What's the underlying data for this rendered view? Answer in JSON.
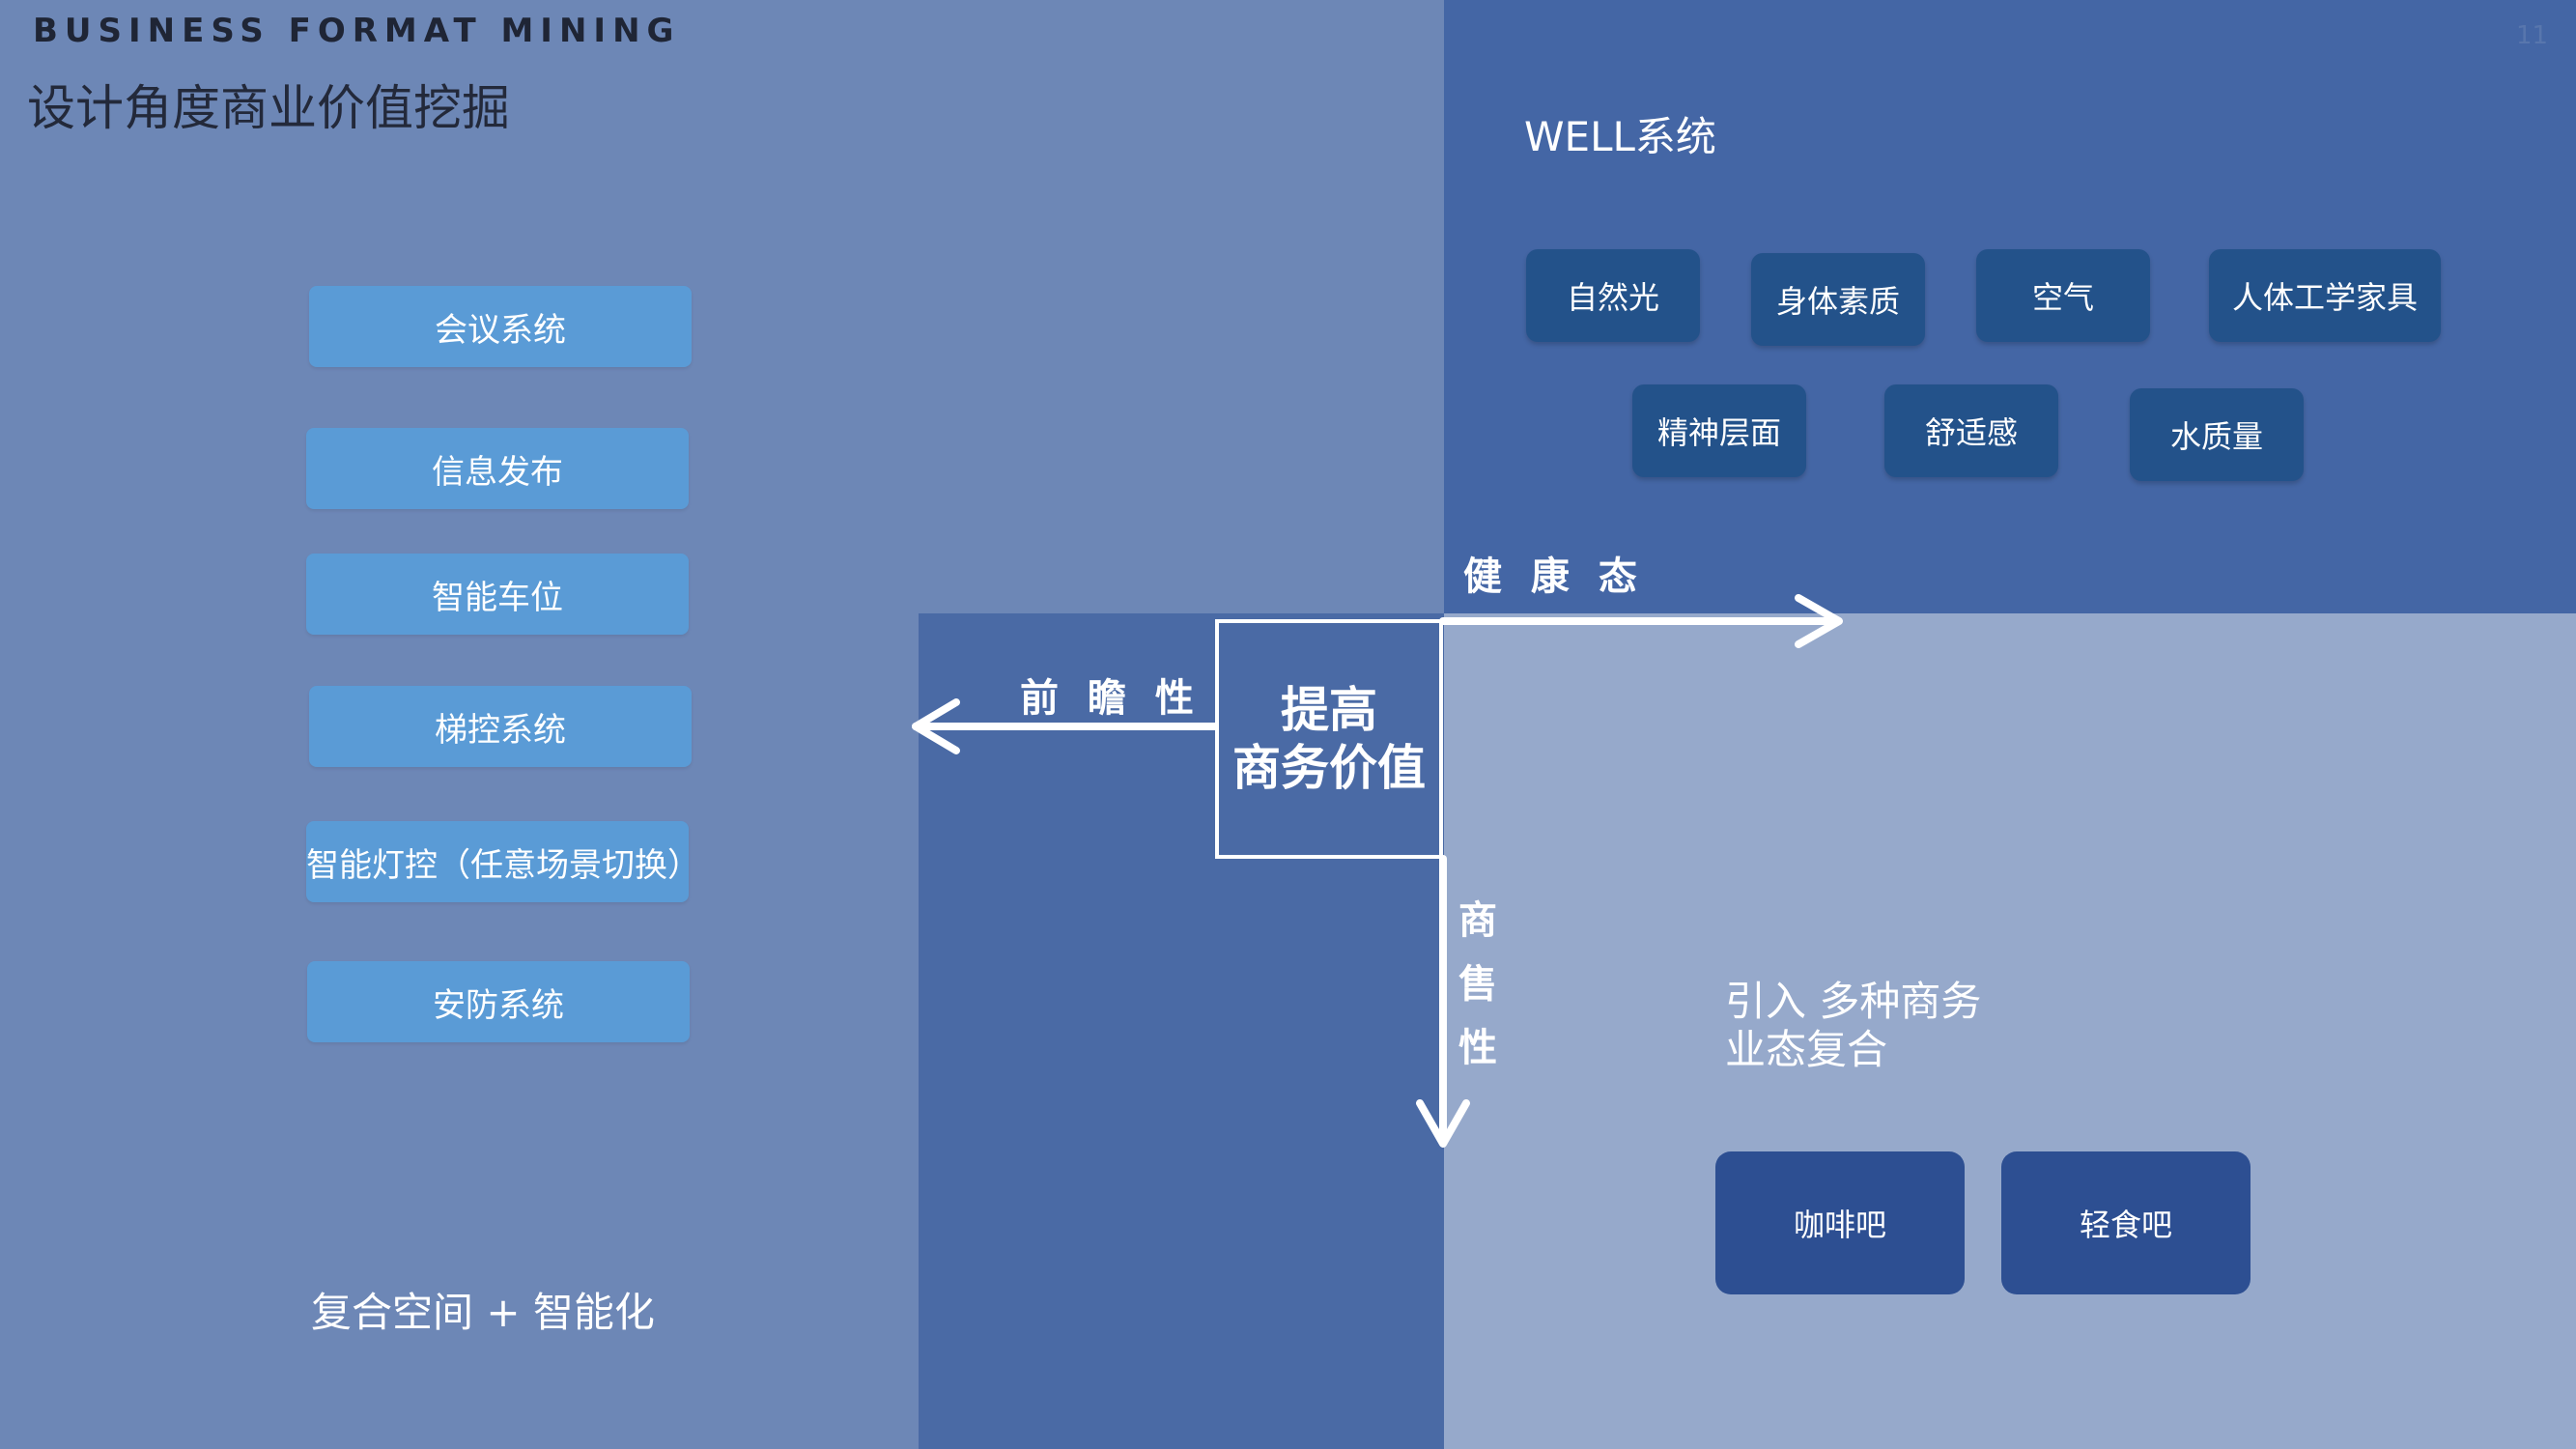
{
  "header": {
    "english_title": "BUSINESS FORMAT MINING",
    "title": "设计角度商业价值挖掘",
    "page_number": "11"
  },
  "left_panel": {
    "items": [
      {
        "label": "会议系统"
      },
      {
        "label": "信息发布"
      },
      {
        "label": "智能车位"
      },
      {
        "label": "梯控系统"
      },
      {
        "label": "智能灯控（任意场景切换）"
      },
      {
        "label": "安防系统"
      }
    ],
    "caption": "复合空间 + 智能化"
  },
  "top_right_panel": {
    "title": "WELL系统",
    "items": [
      {
        "label": "自然光"
      },
      {
        "label": "身体素质"
      },
      {
        "label": "空气"
      },
      {
        "label": "人体工学家具"
      },
      {
        "label": "精神层面"
      },
      {
        "label": "舒适感"
      },
      {
        "label": "水质量"
      }
    ]
  },
  "center": {
    "line1": "提高",
    "line2": "商务价值",
    "label_left": "前 瞻 性",
    "label_right": "健 康 态",
    "label_down": "商售性"
  },
  "bottom_right_panel": {
    "caption_line1": "引入 多种商务",
    "caption_line2": "业态复合",
    "items": [
      {
        "label": "咖啡吧"
      },
      {
        "label": "轻食吧"
      }
    ]
  },
  "colors": {
    "left_bg": "#6d87b6",
    "top_right_bg": "#4466a5",
    "bottom_right_bg": "#96a9cb",
    "center_bg": "#4a6aa5",
    "left_button": "#5a9bd6",
    "well_button": "#23528a",
    "cafe_button": "#2d4f92"
  }
}
